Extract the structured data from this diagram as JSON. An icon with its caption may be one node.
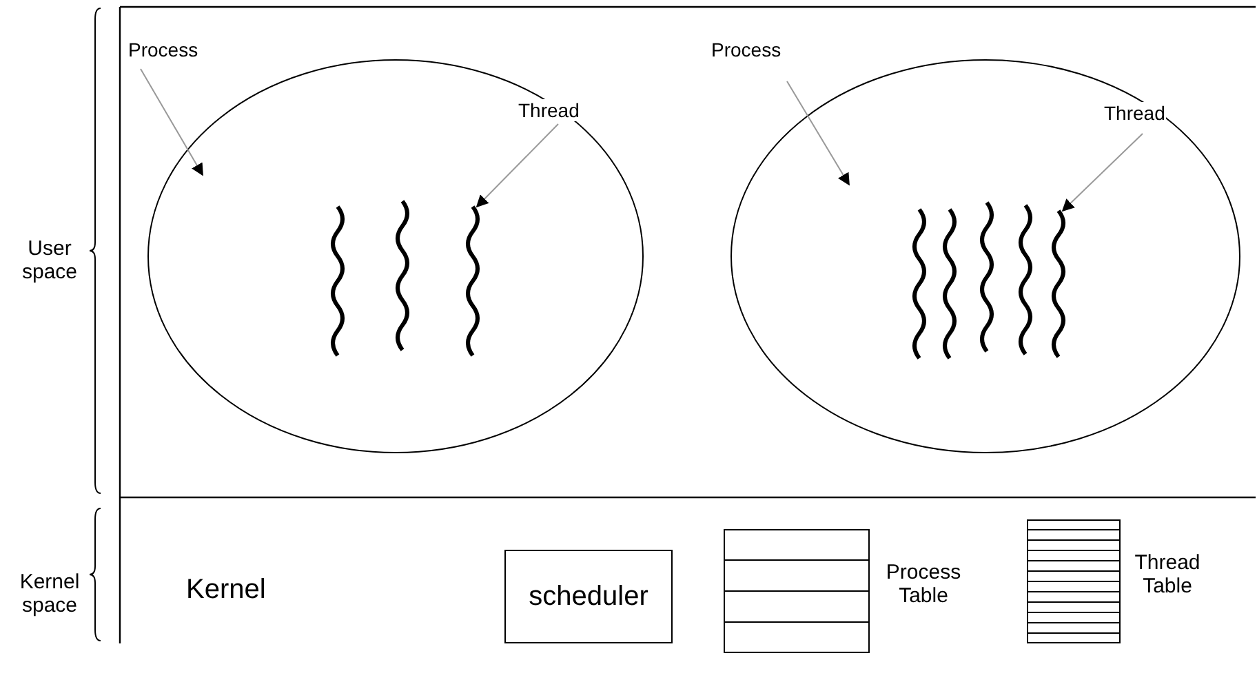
{
  "diagram": {
    "nodes": [
      {
        "text": [
          "Process"
        ]
      },
      {
        "text": [],
        "shape": "ellipse"
      },
      {
        "text": [
          "Thread"
        ],
        "in": 1
      },
      {
        "text": [],
        "shape": "squiggle",
        "in": 1
      },
      {
        "text": [
          "Process"
        ]
      },
      {
        "text": [],
        "shape": "ellipse"
      },
      {
        "text": [
          "Thread"
        ],
        "in": 5
      },
      {
        "text": [],
        "shape": "squiggle",
        "in": 5
      },
      {
        "text": [
          "scheduler"
        ]
      },
      {
        "text": [],
        "shape": "table",
        "beside": [
          "Process Table"
        ]
      },
      {
        "text": [],
        "shape": "table",
        "beside": [
          "Thread Table"
        ]
      }
    ],
    "edges": [
      {
        "from": 0,
        "to": 1,
        "arrow": "to"
      },
      {
        "from": 2,
        "to": 3,
        "arrow": "to"
      },
      {
        "from": 4,
        "to": 5,
        "arrow": "to"
      },
      {
        "from": 6,
        "to": 7,
        "arrow": "to"
      }
    ],
    "labels": [
      "User space",
      "Kernel space",
      "Kernel"
    ]
  }
}
